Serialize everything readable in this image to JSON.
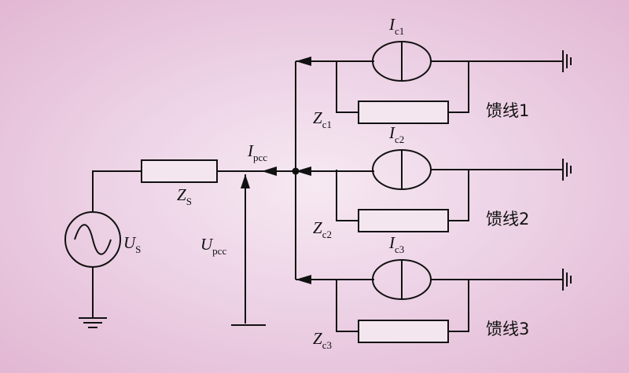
{
  "source": {
    "symbol": "U",
    "sub": "S"
  },
  "source_impedance": {
    "symbol": "Z",
    "sub": "S"
  },
  "pcc_current": {
    "symbol": "I",
    "sub": "pcc"
  },
  "pcc_voltage": {
    "symbol": "U",
    "sub": "pcc"
  },
  "feeders": [
    {
      "current": {
        "symbol": "I",
        "sub": "c1"
      },
      "impedance": {
        "symbol": "Z",
        "sub": "c1"
      },
      "label": "馈线1"
    },
    {
      "current": {
        "symbol": "I",
        "sub": "c2"
      },
      "impedance": {
        "symbol": "Z",
        "sub": "c2"
      },
      "label": "馈线2"
    },
    {
      "current": {
        "symbol": "I",
        "sub": "c3"
      },
      "impedance": {
        "symbol": "Z",
        "sub": "c3"
      },
      "label": "馈线3"
    }
  ]
}
